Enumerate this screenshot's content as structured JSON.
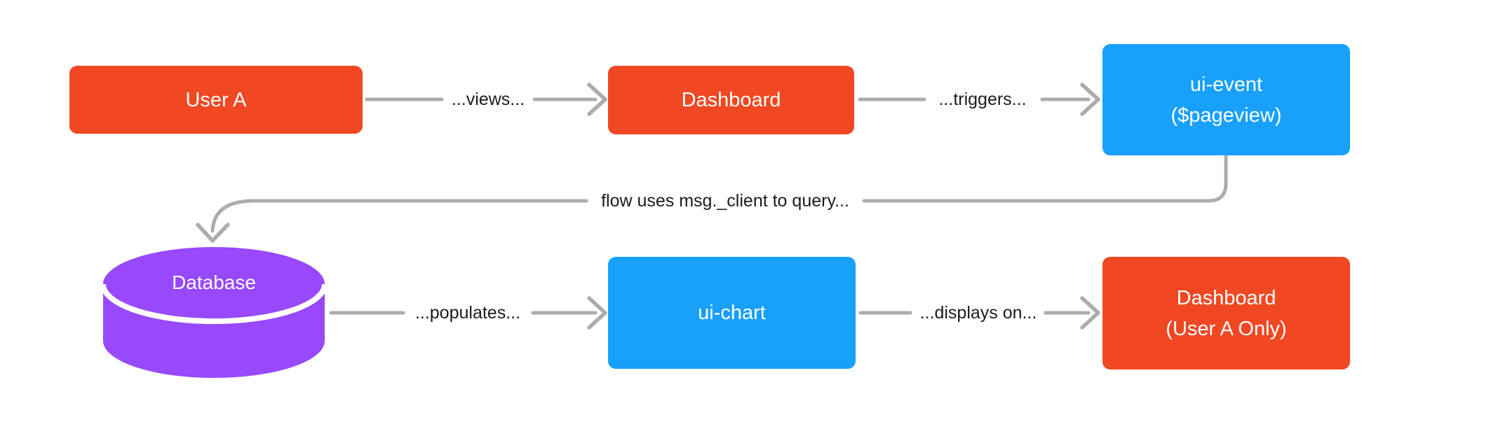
{
  "diagram": {
    "background": "#FFFFFF",
    "nodes": [
      {
        "id": "user-a",
        "label": "User A",
        "shape": "rounded-rect",
        "fill": "#F04822",
        "text_color": "#FFFFFF"
      },
      {
        "id": "dashboard",
        "label": "Dashboard",
        "shape": "rounded-rect",
        "fill": "#F04822",
        "text_color": "#FFFFFF"
      },
      {
        "id": "ui-event",
        "label": "ui-event",
        "sublabel": "($pageview)",
        "shape": "rounded-rect",
        "fill": "#18A0FB",
        "text_color": "#FFFFFF"
      },
      {
        "id": "database",
        "label": "Database",
        "shape": "cylinder",
        "fill": "#9849FB",
        "text_color": "#FFFFFF"
      },
      {
        "id": "ui-chart",
        "label": "ui-chart",
        "shape": "rounded-rect",
        "fill": "#18A0FB",
        "text_color": "#FFFFFF"
      },
      {
        "id": "dashboard-user-a-only",
        "label": "Dashboard",
        "sublabel": "(User A Only)",
        "shape": "rounded-rect",
        "fill": "#F04822",
        "text_color": "#FFFFFF"
      }
    ],
    "connectors": [
      {
        "from": "user-a",
        "to": "dashboard",
        "label": "...views..."
      },
      {
        "from": "dashboard",
        "to": "ui-event",
        "label": "...triggers..."
      },
      {
        "from": "ui-event",
        "to": "database",
        "label": "flow uses msg._client to query..."
      },
      {
        "from": "database",
        "to": "ui-chart",
        "label": "...populates..."
      },
      {
        "from": "ui-chart",
        "to": "dashboard-user-a-only",
        "label": "...displays on..."
      }
    ],
    "connector_style": {
      "line_color": "#ACACAC",
      "label_color": "#1C1C1C"
    }
  }
}
